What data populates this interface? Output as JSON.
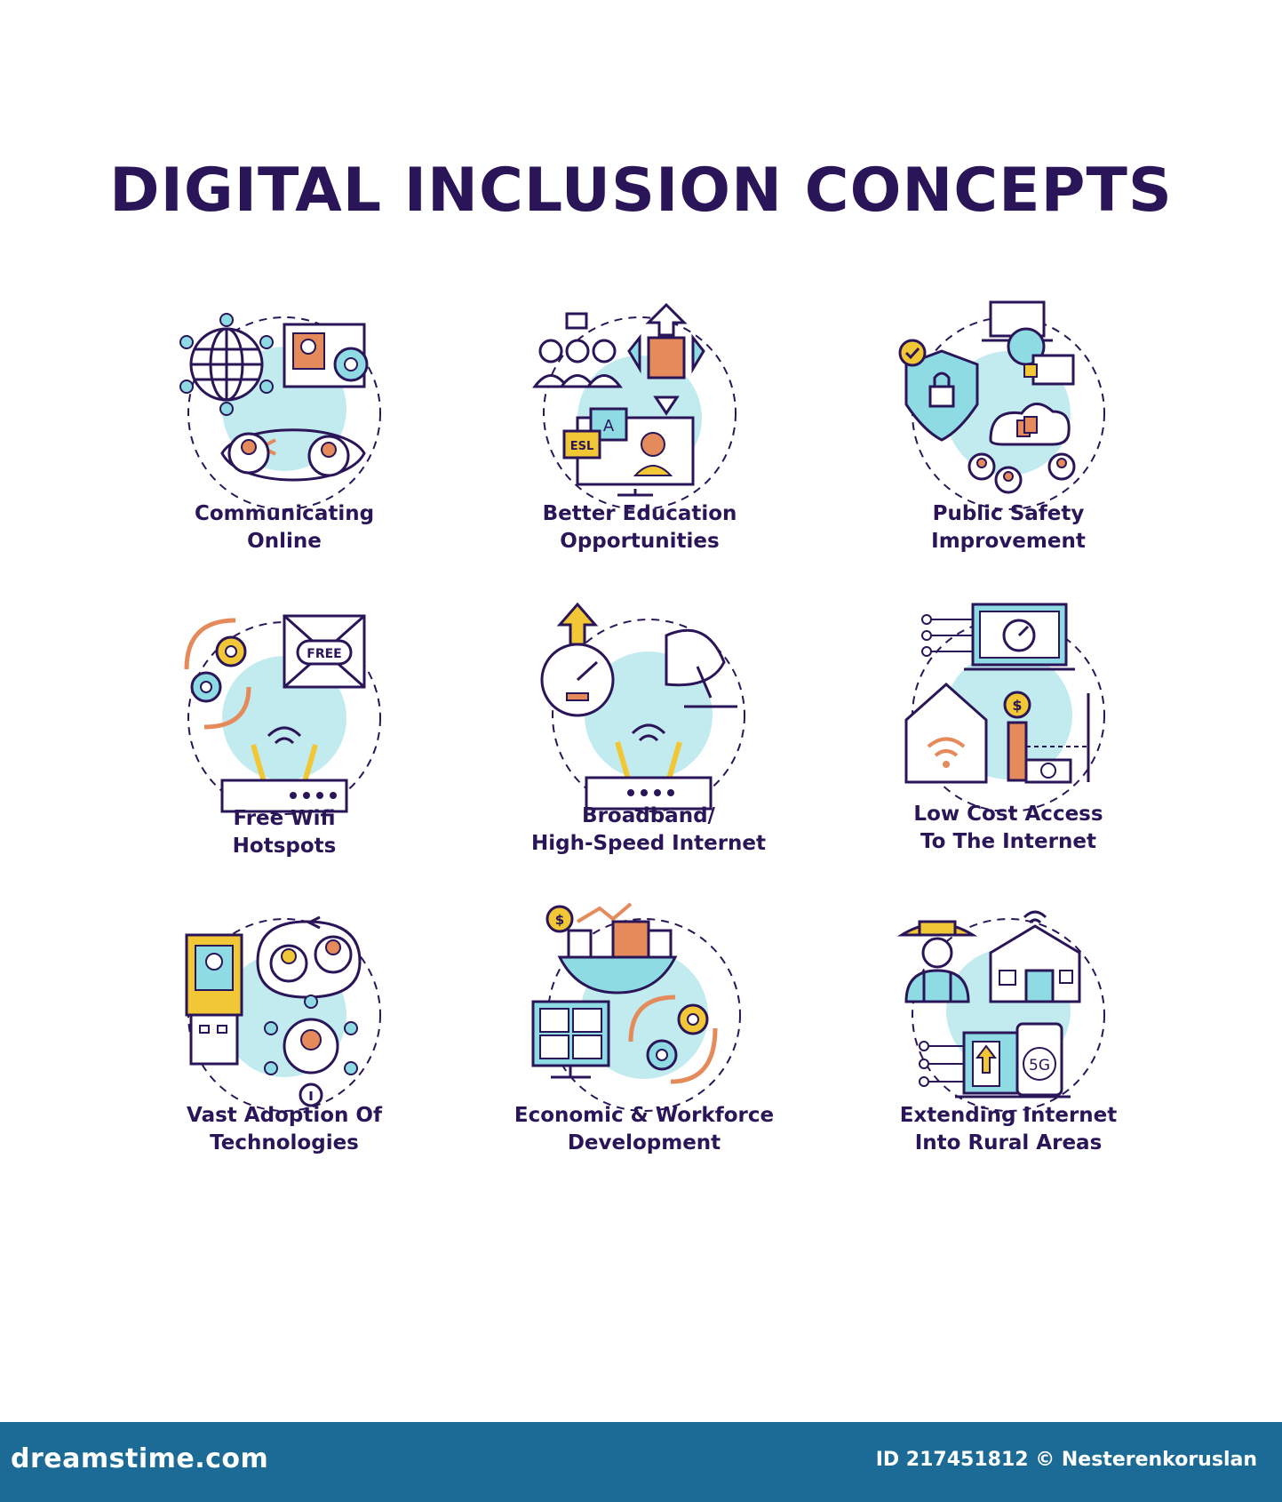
{
  "header": {
    "title": "DIGITAL INCLUSION CONCEPTS"
  },
  "colors": {
    "outline": "#2a1558",
    "accent_blue": "#8fdbe4",
    "accent_orange": "#e58a5a",
    "accent_yellow": "#f2c736",
    "footer_bg": "#1b6b96"
  },
  "concepts": [
    {
      "line1": "Communicating",
      "line2": "Online",
      "icon": "communicating-online-icon"
    },
    {
      "line1": "Better Education",
      "line2": "Opportunities",
      "icon": "education-icon"
    },
    {
      "line1": "Public Safety",
      "line2": "Improvement",
      "icon": "public-safety-icon"
    },
    {
      "line1": "Free Wifi",
      "line2": "Hotspots",
      "icon": "wifi-hotspot-icon"
    },
    {
      "line1": "Broadband/",
      "line2": "High-Speed Internet",
      "icon": "broadband-icon"
    },
    {
      "line1": "Low Cost Access",
      "line2": "To The Internet",
      "icon": "low-cost-access-icon"
    },
    {
      "line1": "Vast Adoption Of",
      "line2": "Technologies",
      "icon": "technology-adoption-icon"
    },
    {
      "line1": "Economic & Workforce",
      "line2": "Development",
      "icon": "economic-development-icon"
    },
    {
      "line1": "Extending Internet",
      "line2": "Into Rural Areas",
      "icon": "rural-internet-icon"
    }
  ],
  "icon_text": {
    "free_badge": "FREE",
    "esl_badge": "ESL",
    "letter_a": "A",
    "dollar": "$",
    "fiveg": "5G"
  },
  "footer": {
    "logo": "dreamstime.com",
    "id_text": "ID 217451812 © Nesterenkoruslan"
  }
}
